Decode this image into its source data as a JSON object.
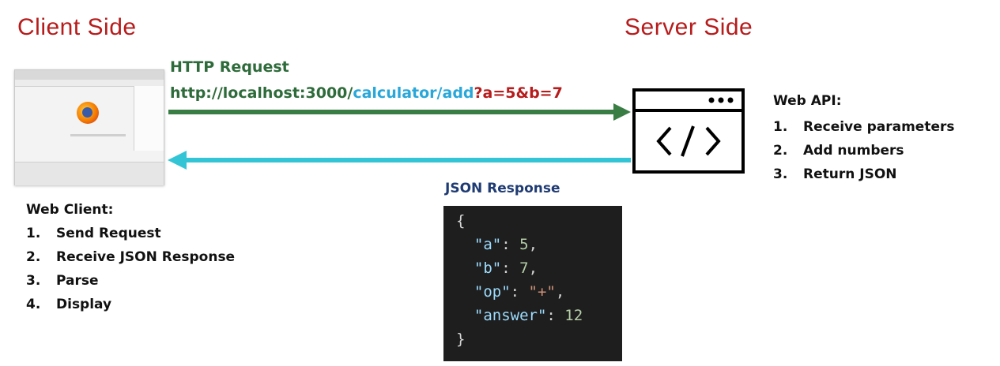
{
  "client_side": {
    "title": "Client Side"
  },
  "server_side": {
    "title": "Server Side"
  },
  "request": {
    "label": "HTTP Request",
    "url_host": "http://localhost:3000/",
    "url_path": "calculator/add",
    "url_query": "?a=5&b=7"
  },
  "response": {
    "label": "JSON Response",
    "json_lines": [
      {
        "parts": [
          "{"
        ],
        "classes": [
          ""
        ]
      },
      {
        "parts": [
          "  ",
          "\"a\"",
          ": ",
          "5",
          ","
        ],
        "classes": [
          "",
          "jkey",
          "",
          "jnum",
          ""
        ]
      },
      {
        "parts": [
          "  ",
          "\"b\"",
          ": ",
          "7",
          ","
        ],
        "classes": [
          "",
          "jkey",
          "",
          "jnum",
          ""
        ]
      },
      {
        "parts": [
          "  ",
          "\"op\"",
          ": ",
          "\"+\"",
          ","
        ],
        "classes": [
          "",
          "jkey",
          "",
          "jstr",
          ""
        ]
      },
      {
        "parts": [
          "  ",
          "\"answer\"",
          ": ",
          "12"
        ],
        "classes": [
          "",
          "jkey",
          "",
          "jnum"
        ]
      },
      {
        "parts": [
          "}"
        ],
        "classes": [
          ""
        ]
      }
    ]
  },
  "web_client": {
    "title": "Web Client:",
    "steps": [
      {
        "num": "1.",
        "text": "Send Request"
      },
      {
        "num": "2.",
        "text": "Receive JSON Response"
      },
      {
        "num": "3.",
        "text": "Parse"
      },
      {
        "num": "4.",
        "text": "Display"
      }
    ]
  },
  "web_api": {
    "title": "Web API:",
    "steps": [
      {
        "num": "1.",
        "text": "Receive parameters"
      },
      {
        "num": "2.",
        "text": "Add numbers"
      },
      {
        "num": "3.",
        "text": "Return JSON"
      }
    ]
  },
  "icons": {
    "browser": "firefox-browser-screenshot-icon",
    "server": "code-window-icon"
  },
  "colors": {
    "side_title": "#b71c1c",
    "request_arrow": "#3a7d44",
    "response_arrow": "#33c5d6",
    "url_path": "#29a7d9",
    "url_query": "#b71c1c",
    "json_bg": "#1e1e1e"
  }
}
